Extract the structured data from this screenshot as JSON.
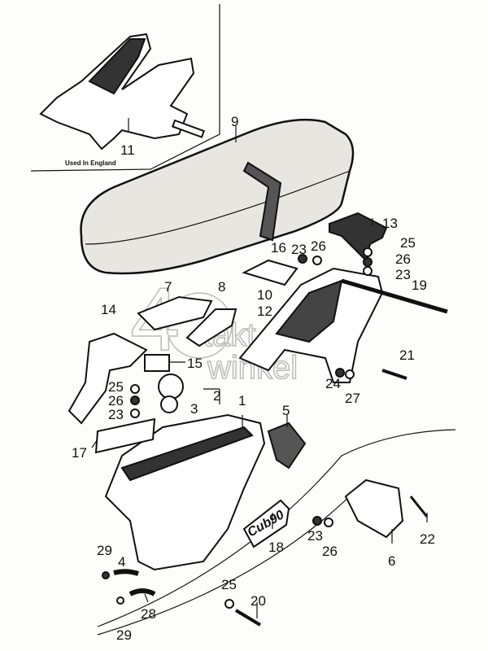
{
  "title": "Seat and tool box exploded parts diagram",
  "inset_note": "Used In England",
  "emblem_text": "Cub90",
  "watermark": {
    "line1": "takt",
    "line2": "winkel",
    "numeral": "4"
  },
  "callouts": [
    {
      "id": "11",
      "part": "11"
    },
    {
      "id": "9",
      "part": "9"
    },
    {
      "id": "13",
      "part": "13"
    },
    {
      "id": "23a",
      "part": "23"
    },
    {
      "id": "26a",
      "part": "26"
    },
    {
      "id": "25a",
      "part": "25"
    },
    {
      "id": "26b",
      "part": "26"
    },
    {
      "id": "23b",
      "part": "23"
    },
    {
      "id": "16",
      "part": "16"
    },
    {
      "id": "7",
      "part": "7"
    },
    {
      "id": "8",
      "part": "8"
    },
    {
      "id": "10",
      "part": "10"
    },
    {
      "id": "12",
      "part": "12"
    },
    {
      "id": "19",
      "part": "19"
    },
    {
      "id": "14",
      "part": "14"
    },
    {
      "id": "15",
      "part": "15"
    },
    {
      "id": "2",
      "part": "2"
    },
    {
      "id": "3",
      "part": "3"
    },
    {
      "id": "25b",
      "part": "25"
    },
    {
      "id": "26c",
      "part": "26"
    },
    {
      "id": "23c",
      "part": "23"
    },
    {
      "id": "21",
      "part": "21"
    },
    {
      "id": "24",
      "part": "24"
    },
    {
      "id": "27",
      "part": "27"
    },
    {
      "id": "1",
      "part": "1"
    },
    {
      "id": "5",
      "part": "5"
    },
    {
      "id": "17",
      "part": "17"
    },
    {
      "id": "18",
      "part": "18"
    },
    {
      "id": "6",
      "part": "6"
    },
    {
      "id": "23d",
      "part": "23"
    },
    {
      "id": "26d",
      "part": "26"
    },
    {
      "id": "22",
      "part": "22"
    },
    {
      "id": "29a",
      "part": "29"
    },
    {
      "id": "4",
      "part": "4"
    },
    {
      "id": "28",
      "part": "28"
    },
    {
      "id": "29b",
      "part": "29"
    },
    {
      "id": "25c",
      "part": "25"
    },
    {
      "id": "20",
      "part": "20"
    }
  ]
}
